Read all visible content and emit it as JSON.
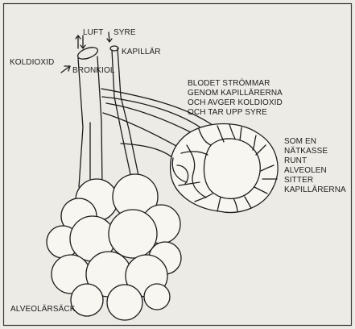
{
  "colors": {
    "background": "#ecebe6",
    "ink": "#1c1c1c",
    "border": "#3a3a3a"
  },
  "labels": {
    "luft": "LUFT",
    "syre": "SYRE",
    "koldioxid": "KOLDIOXID",
    "kapillar": "KAPILLÄR",
    "bronkiol": "BRONKIOL",
    "blodet": [
      "BLODET STRÖMMAR",
      "GENOM KAPILLÄRERNA",
      "OCH AVGER KOLDIOXID",
      "OCH TAR UPP SYRE"
    ],
    "natkasse": [
      "SOM EN",
      "NÄTKASSE",
      "RUNT",
      "ALVEOLEN",
      "SITTER",
      "KAPILLÄRERNA"
    ],
    "alveolarsack": "ALVEOLÄRSÄCK"
  }
}
